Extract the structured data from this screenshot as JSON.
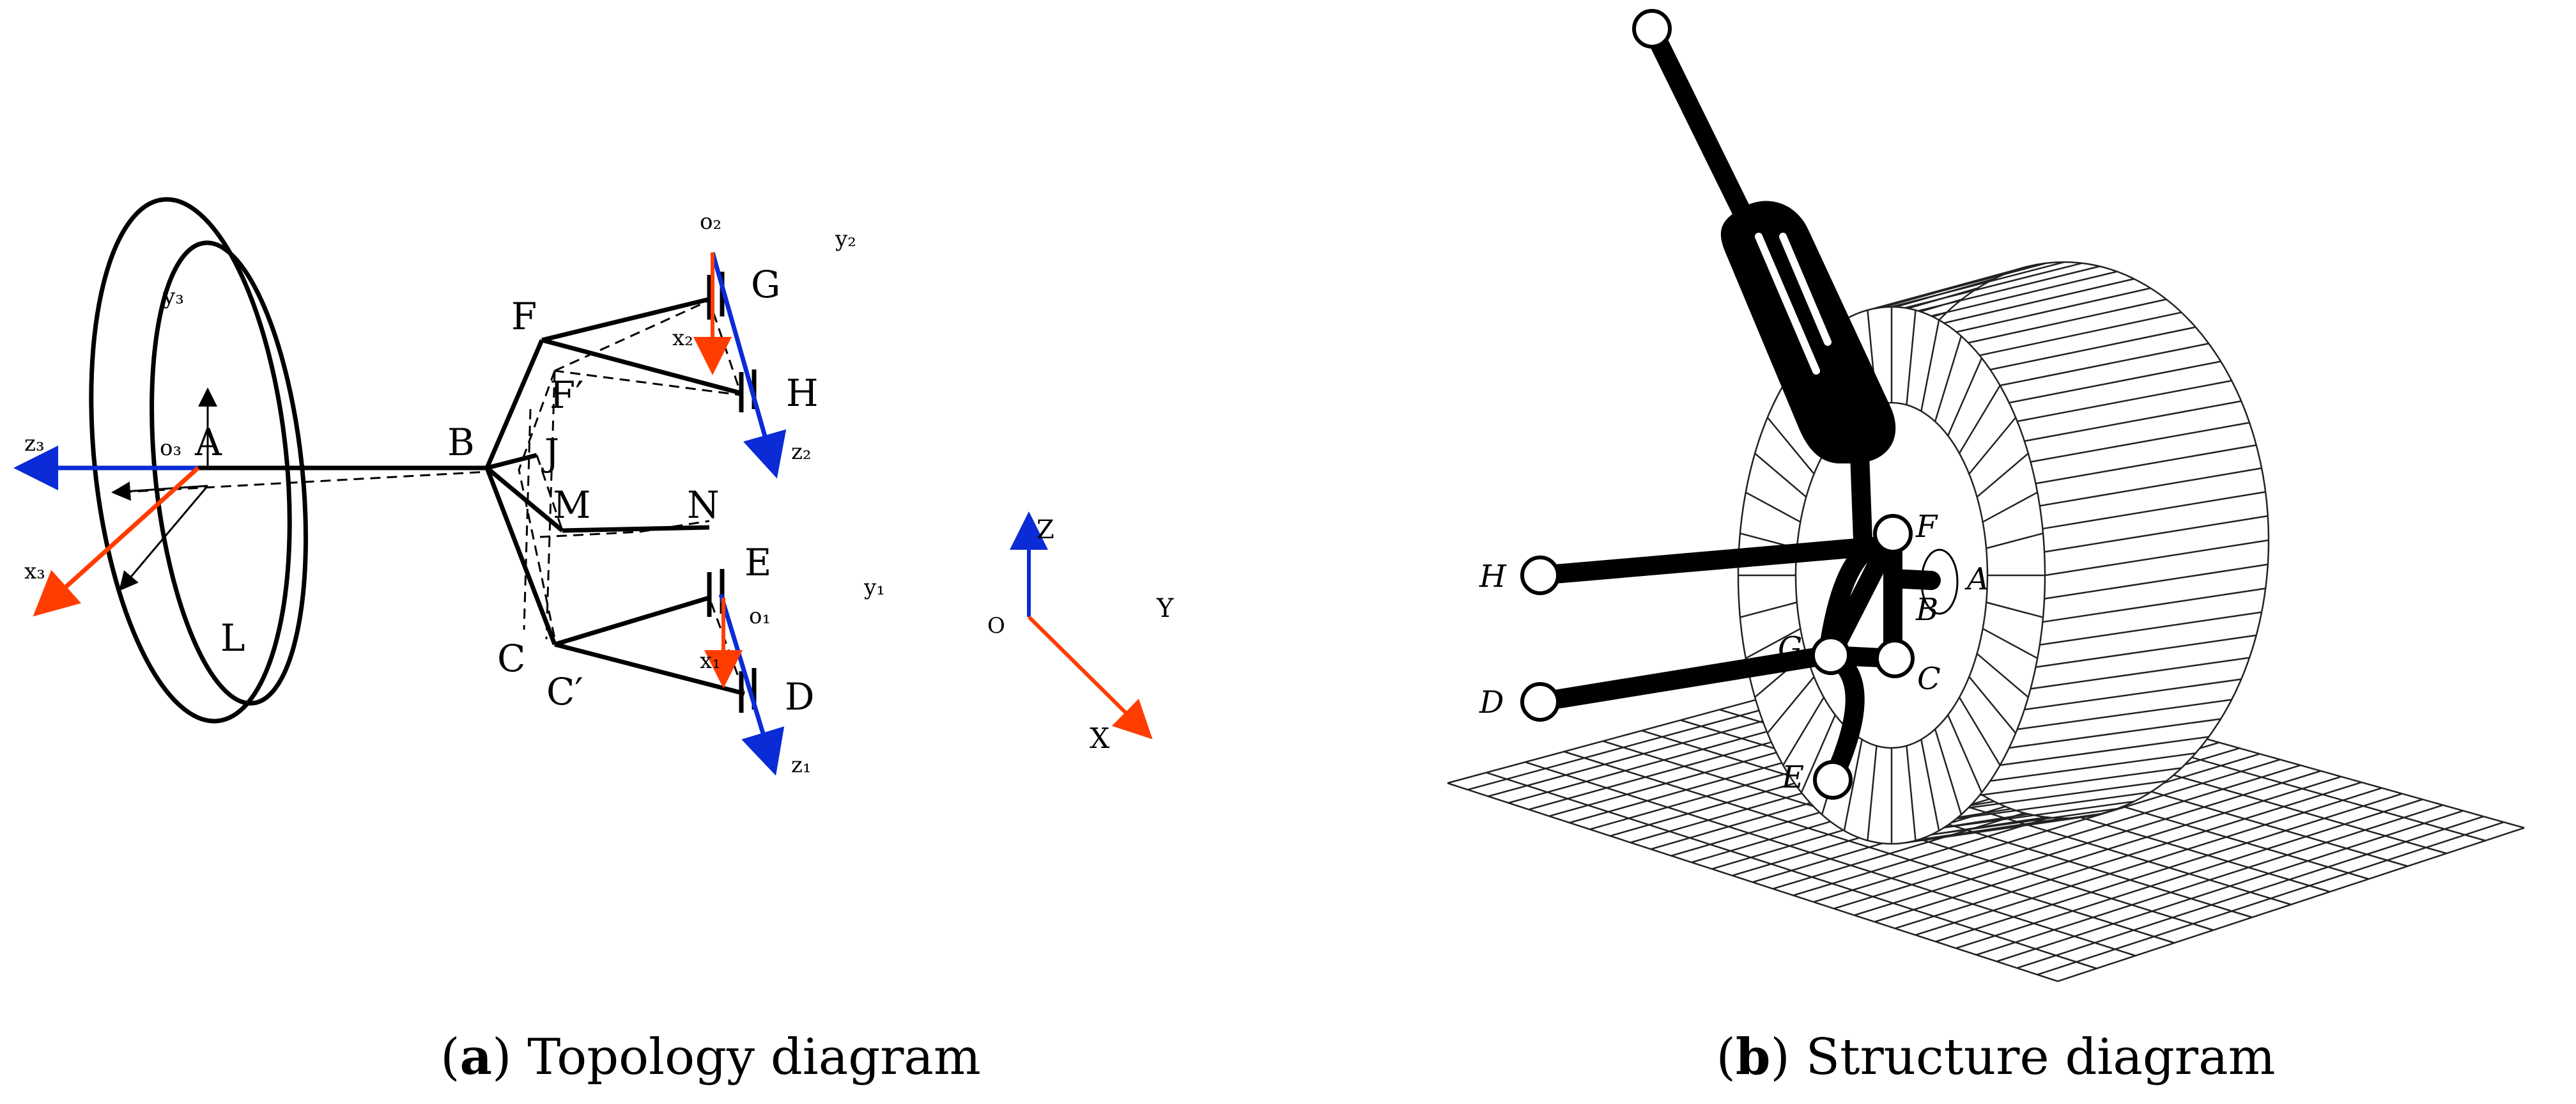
{
  "panel_a": {
    "caption_letter": "a",
    "caption_text": " Topology diagram",
    "points": {
      "B": "B",
      "F": "F",
      "F_prime": "F′",
      "J": "J",
      "M": "M",
      "N": "N",
      "G": "G",
      "H": "H",
      "E": "E",
      "D": "D",
      "C": "C",
      "C_prime": "C′",
      "A": "A",
      "L": "L"
    },
    "frames": {
      "o1": "o₁",
      "x1": "x₁",
      "y1": "y₁",
      "z1": "z₁",
      "o2": "o₂",
      "x2": "x₂",
      "y2": "y₂",
      "z2": "z₂",
      "o3": "o₃",
      "x3": "x₃",
      "y3": "y₃",
      "z3": "z₃",
      "O": "O",
      "X": "X",
      "Y": "Y",
      "Z": "Z"
    }
  },
  "panel_b": {
    "caption_letter": "b",
    "caption_text": " Structure diagram",
    "points": {
      "A": "A",
      "B": "B",
      "C": "C",
      "D": "D",
      "E": "E",
      "F": "F",
      "G": "G",
      "H": "H"
    }
  },
  "colors": {
    "x_axis": "#ff3d00",
    "z_axis": "#0a2bd6",
    "line": "#000000"
  }
}
